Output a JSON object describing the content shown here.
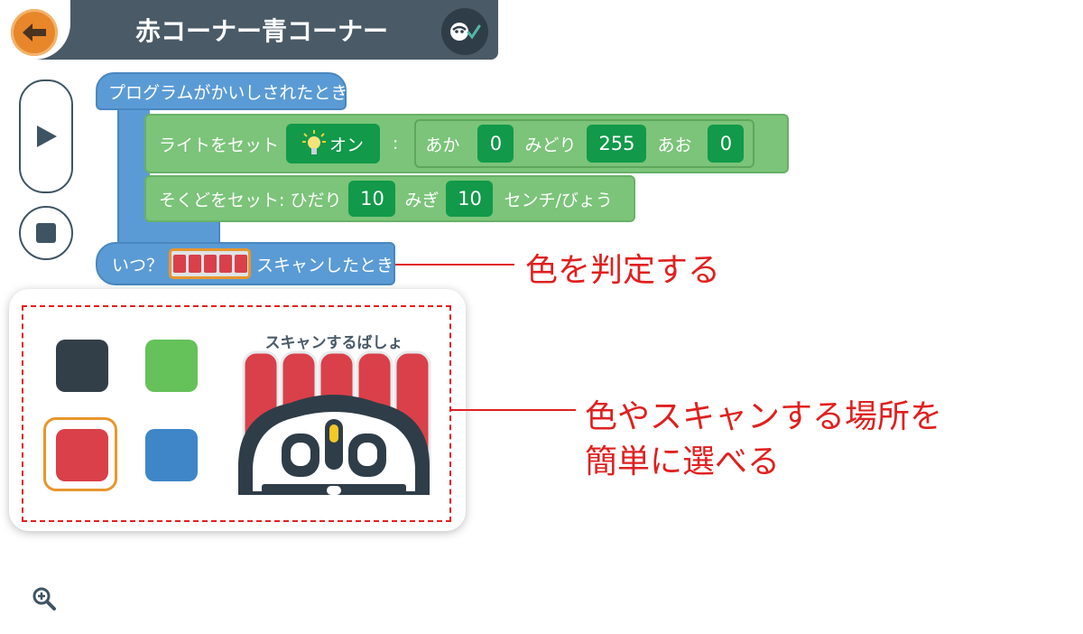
{
  "header": {
    "title": "赤コーナー青コーナー"
  },
  "blocks": {
    "hat_label": "プログラムがかいしされたとき",
    "light": {
      "label": "ライトをセット",
      "state": "オン",
      "colon": ":",
      "red_label": "あか",
      "red_value": "0",
      "green_label": "みどり",
      "green_value": "255",
      "blue_label": "あお",
      "blue_value": "0"
    },
    "speed": {
      "label": "そくどをセット: ひだり",
      "left_value": "10",
      "right_label": "みぎ",
      "right_value": "10",
      "unit": "センチ/びょう"
    },
    "when": {
      "prefix": "いつ？",
      "suffix": "スキャンしたとき"
    }
  },
  "picker_panel": {
    "scan_area_label": "スキャンするばしょ",
    "colors": [
      "#333f48",
      "#65c15a",
      "#d9404a",
      "#3f86c9"
    ],
    "selected_color": "#d9404a"
  },
  "annotations": {
    "judge_color": "色を判定する",
    "easy_select_line1": "色やスキャンする場所を",
    "easy_select_line2": "簡単に選べる"
  },
  "colors": {
    "header_bg": "#4a5a67",
    "back_button": "#e8862a",
    "block_blue": "#5b9bd5",
    "block_green": "#7bc47a",
    "value_green": "#12994a",
    "annotation_red": "#e02020"
  }
}
